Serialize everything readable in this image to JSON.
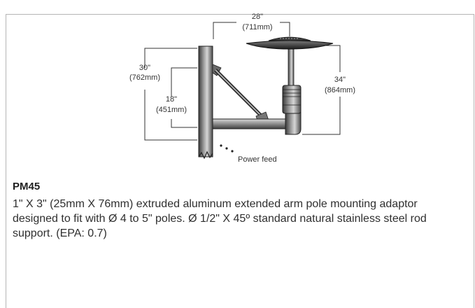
{
  "diagram": {
    "dimensions": {
      "width_in": "28\"",
      "width_mm": "(711mm)",
      "overall_height_in": "30\"",
      "overall_height_mm": "(762mm)",
      "arm_height_in": "18\"",
      "arm_height_mm": "(451mm)",
      "fixture_height_in": "34\"",
      "fixture_height_mm": "(864mm)"
    },
    "power_feed_label": "Power feed"
  },
  "product": {
    "code": "PM45",
    "description": "1\" X 3\" (25mm X 76mm) extruded aluminum extended arm pole mounting adaptor designed to fit with Ø 4 to 5\" poles. Ø 1/2\" X 45º standard natural stainless steel rod support. (EPA: 0.7)"
  }
}
